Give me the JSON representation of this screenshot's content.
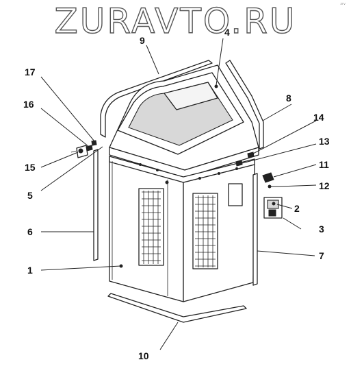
{
  "watermark": "ZURAVTO.RU",
  "corner_mark": "zrv",
  "callouts": [
    {
      "id": "1",
      "label": "1"
    },
    {
      "id": "2",
      "label": "2"
    },
    {
      "id": "3",
      "label": "3"
    },
    {
      "id": "4",
      "label": "4"
    },
    {
      "id": "5",
      "label": "5"
    },
    {
      "id": "6",
      "label": "6"
    },
    {
      "id": "7",
      "label": "7"
    },
    {
      "id": "8",
      "label": "8"
    },
    {
      "id": "9",
      "label": "9"
    },
    {
      "id": "10",
      "label": "10"
    },
    {
      "id": "11",
      "label": "11"
    },
    {
      "id": "12",
      "label": "12"
    },
    {
      "id": "13",
      "label": "13"
    },
    {
      "id": "14",
      "label": "14"
    },
    {
      "id": "15",
      "label": "15"
    },
    {
      "id": "16",
      "label": "16"
    },
    {
      "id": "17",
      "label": "17"
    }
  ],
  "colors": {
    "line": "#222222",
    "watermark_outline": "#555555",
    "panel_fill": "#ffffff",
    "shade": "#d8d8d8"
  }
}
